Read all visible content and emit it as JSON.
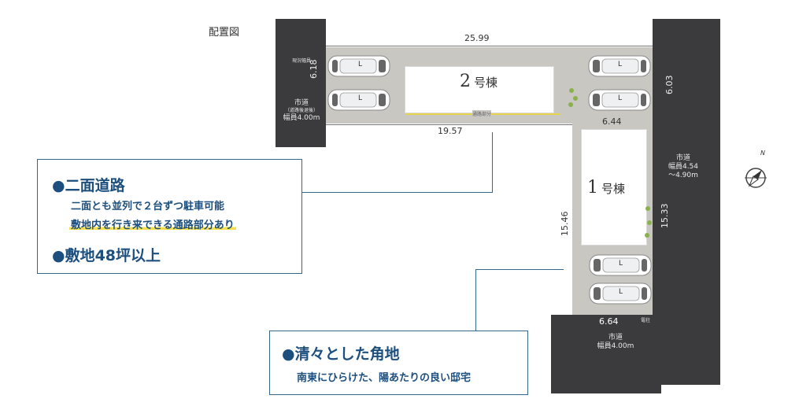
{
  "title": "配置図",
  "dimensions": {
    "top": "25.99",
    "left": "6.18",
    "right_upper": "6.03",
    "mid_bottom": "19.57",
    "inner": "6.44",
    "lot1_left": "15.46",
    "lot1_right": "15.33",
    "bottom": "6.64"
  },
  "labels": {
    "existing_width": "現況幅員",
    "passage": "通路部分",
    "utility_pole": "電柱"
  },
  "roads": {
    "left": {
      "name": "市道",
      "note": "（道路後退後）",
      "width": "幅員4.00m"
    },
    "right": {
      "name": "市道",
      "width1": "幅員4.54",
      "width2": "～4.90m"
    },
    "bottom": {
      "name": "市道",
      "width": "幅員4.00m"
    }
  },
  "buildings": {
    "b2": {
      "num": "2",
      "suffix": "号棟"
    },
    "b1": {
      "num": "1",
      "suffix": "号棟"
    }
  },
  "car_letter": "L",
  "compass_n": "N",
  "box1": {
    "heading1": "●二面道路",
    "line1": "二面とも並列で２台ずつ駐車可能",
    "line2": "敷地内を行き来できる通路部分あり",
    "heading2": "●敷地48坪以上"
  },
  "box2": {
    "heading": "●清々とした角地",
    "line": "南東にひらけた、陽あたりの良い邸宅"
  }
}
